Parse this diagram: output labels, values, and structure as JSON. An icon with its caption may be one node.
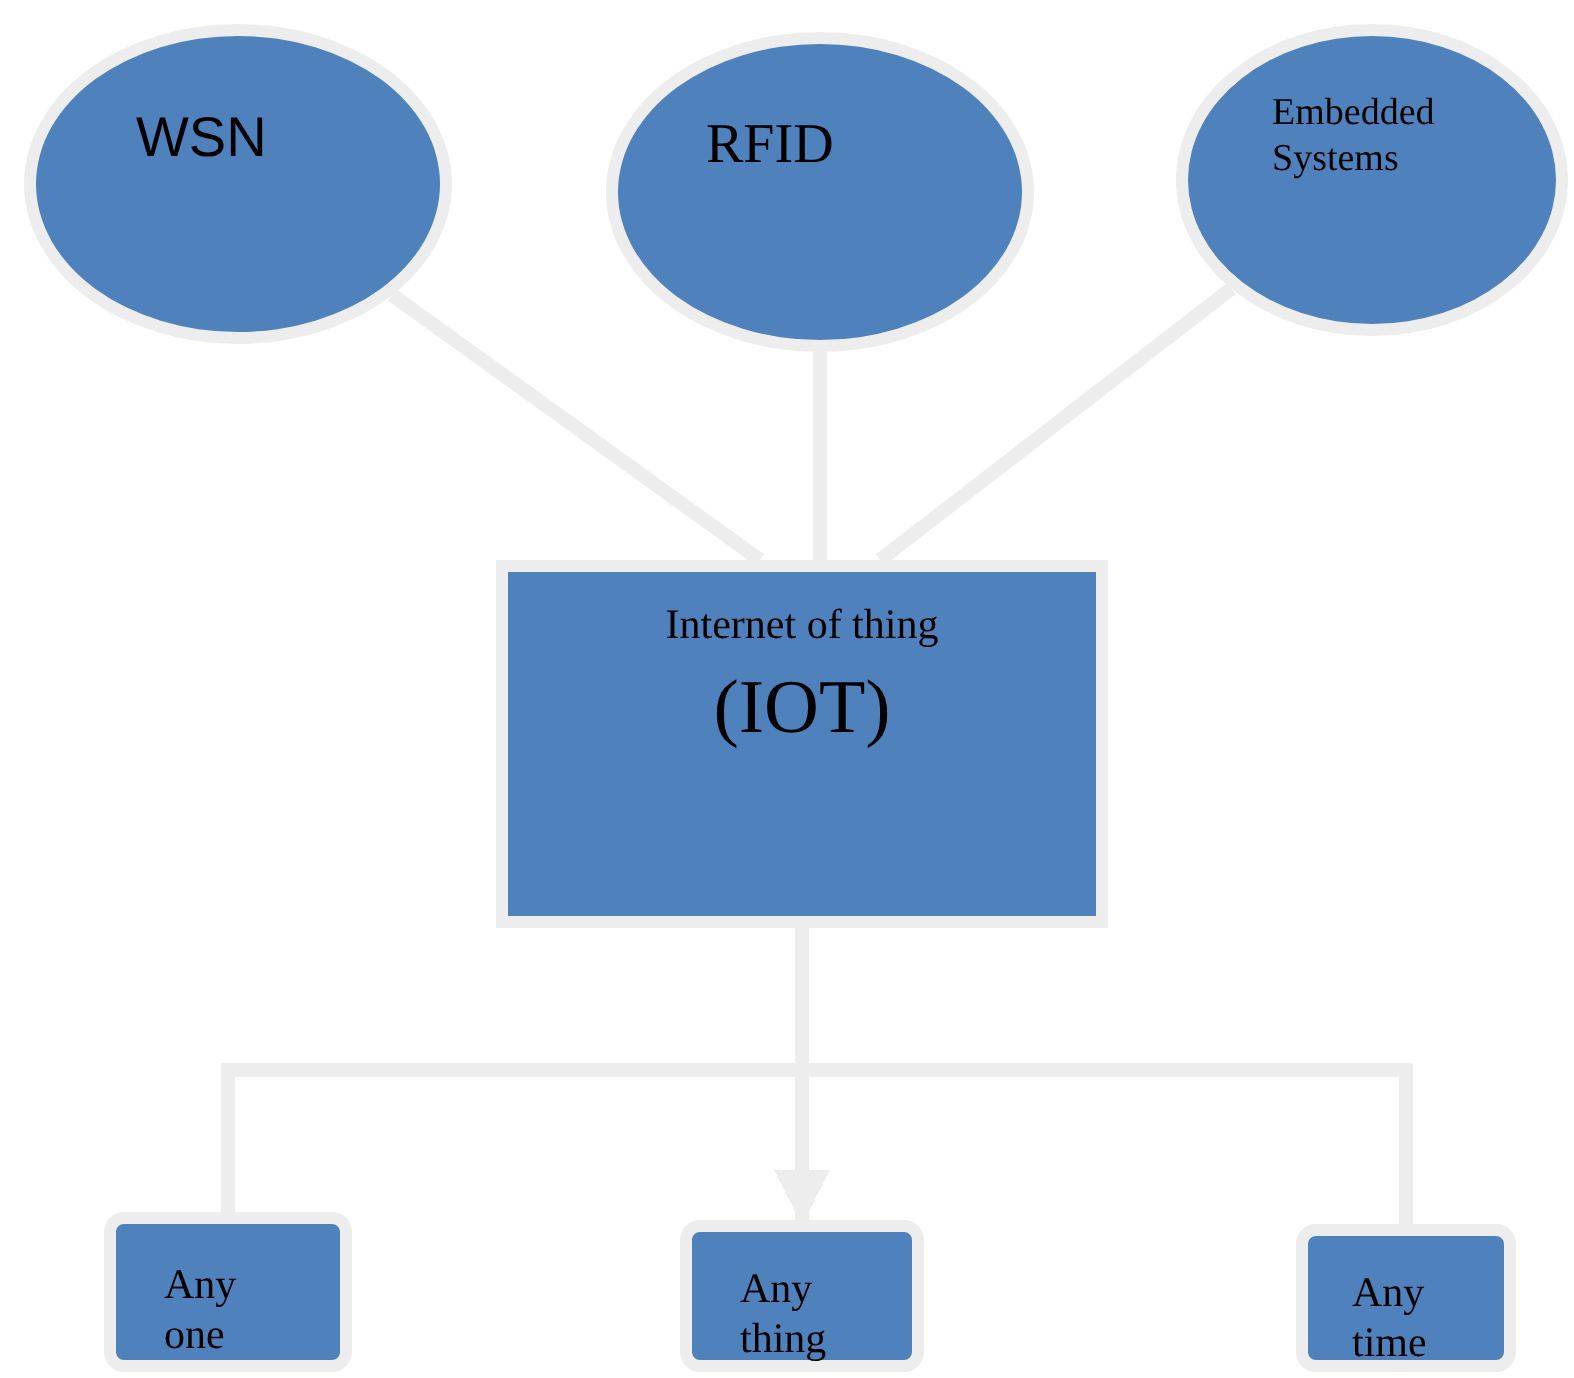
{
  "diagram": {
    "nodes": [
      {
        "text": [
          "WSN"
        ]
      },
      {
        "text": [
          "RFID"
        ]
      },
      {
        "text": [
          "Embedded Systems"
        ]
      },
      {
        "text": [
          "Internet of thing",
          "(IOT)"
        ]
      },
      {
        "text": [
          "Any one"
        ]
      },
      {
        "text": [
          "Any thing"
        ]
      },
      {
        "text": [
          "Any time"
        ]
      }
    ],
    "edges": [
      {
        "from": 0,
        "to": 3,
        "arrow": "none"
      },
      {
        "from": 1,
        "to": 3,
        "arrow": "none"
      },
      {
        "from": 2,
        "to": 3,
        "arrow": "none"
      },
      {
        "from": 3,
        "to": 4,
        "arrow": "none"
      },
      {
        "from": 3,
        "to": 5,
        "arrow": "to"
      },
      {
        "from": 3,
        "to": 6,
        "arrow": "none"
      }
    ]
  }
}
